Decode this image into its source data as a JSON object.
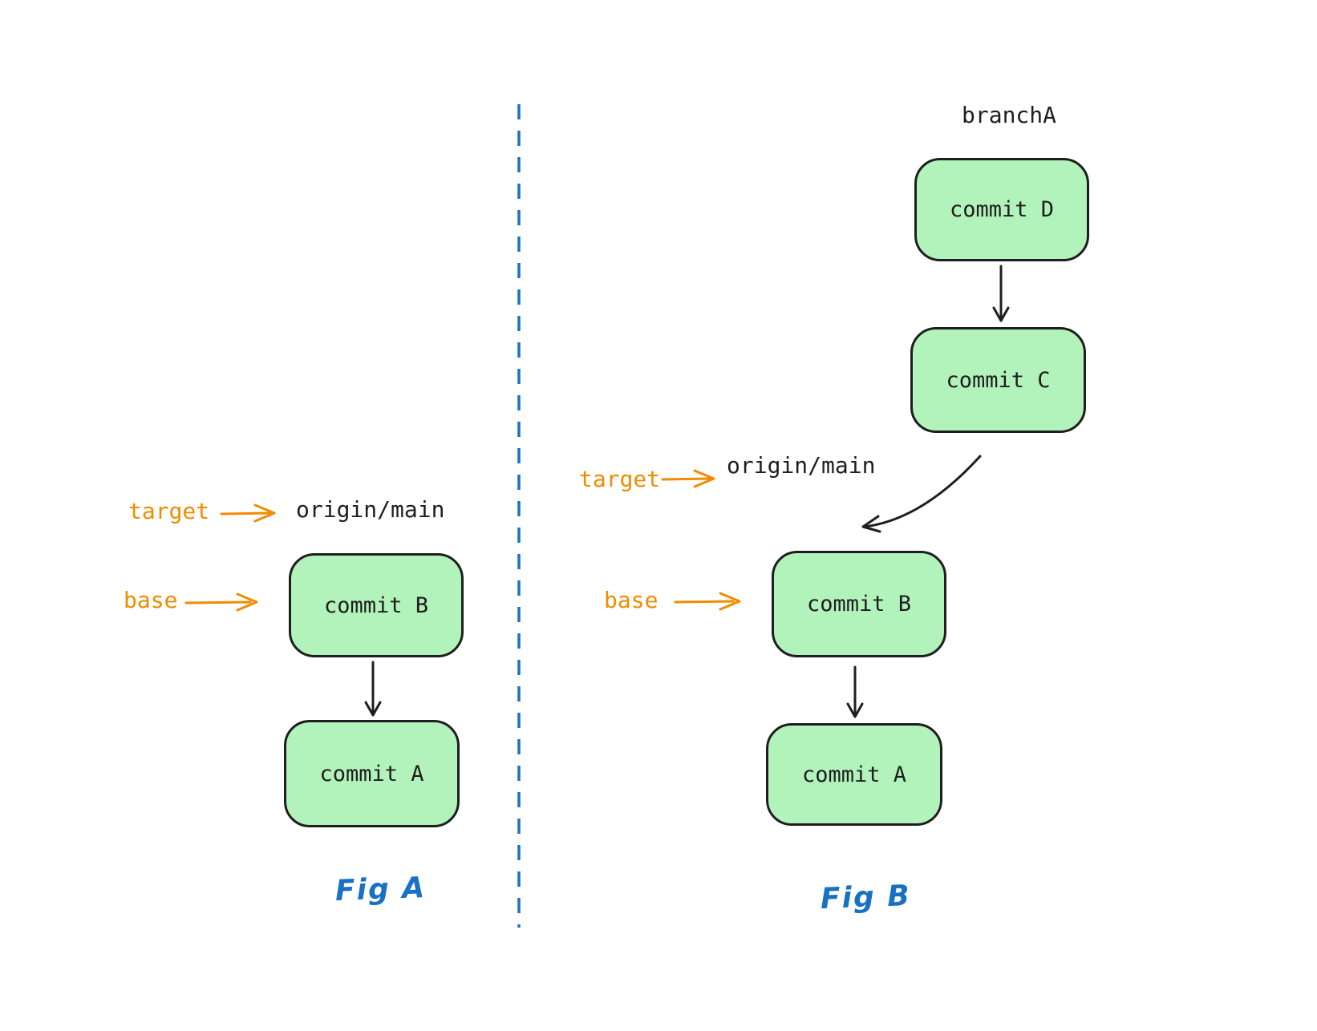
{
  "colors": {
    "background": "#ffffff",
    "commit_fill": "#b2f2bb",
    "commit_stroke": "#1e1e1e",
    "text": "#1e1e1e",
    "pointer_orange": "#f08c00",
    "divider_blue": "#1971c2",
    "caption_blue": "#1971c2"
  },
  "fig_a": {
    "caption": "Fig A",
    "target_label": "target",
    "target_ref": "origin/main",
    "base_label": "base",
    "commit_b": "commit B",
    "commit_a": "commit A"
  },
  "fig_b": {
    "caption": "Fig B",
    "branch_label": "branchA",
    "target_label": "target",
    "target_ref": "origin/main",
    "base_label": "base",
    "commit_d": "commit D",
    "commit_c": "commit C",
    "commit_b": "commit B",
    "commit_a": "commit A"
  }
}
